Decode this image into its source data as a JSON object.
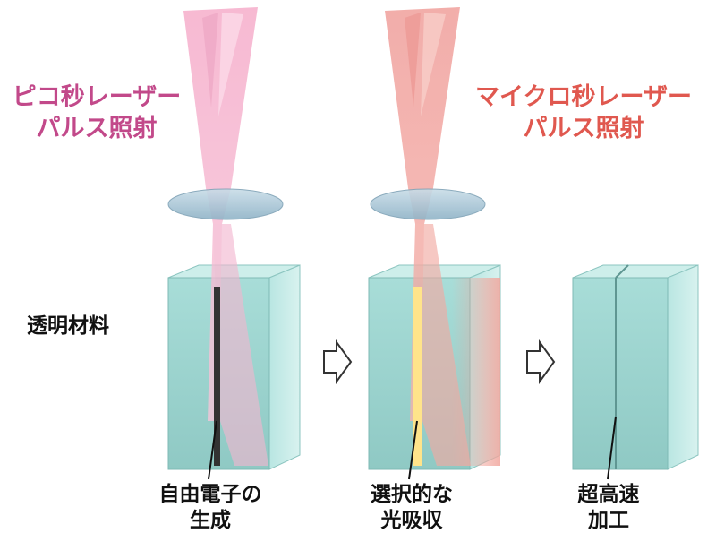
{
  "colors": {
    "pico_beam": "#f3a9c6",
    "micro_beam": "#ef9a9a",
    "pico_text": "#c2498a",
    "micro_text": "#e0584f",
    "glass": "#9fd8d3",
    "lens": "#a9c7d8",
    "free_electron": "#333333",
    "absorption": "#ffe48a"
  },
  "labels": {
    "pico_title_1": "ピコ秒レーザー",
    "pico_title_2": "パルス照射",
    "micro_title_1": "マイクロ秒レーザー",
    "micro_title_2": "パルス照射",
    "material": "透明材料",
    "step1_1": "自由電子の",
    "step1_2": "生成",
    "step2_1": "選択的な",
    "step2_2": "光吸収",
    "step3_1": "超高速",
    "step3_2": "加工"
  },
  "icons": [
    "right-arrow-icon",
    "right-arrow-icon"
  ]
}
